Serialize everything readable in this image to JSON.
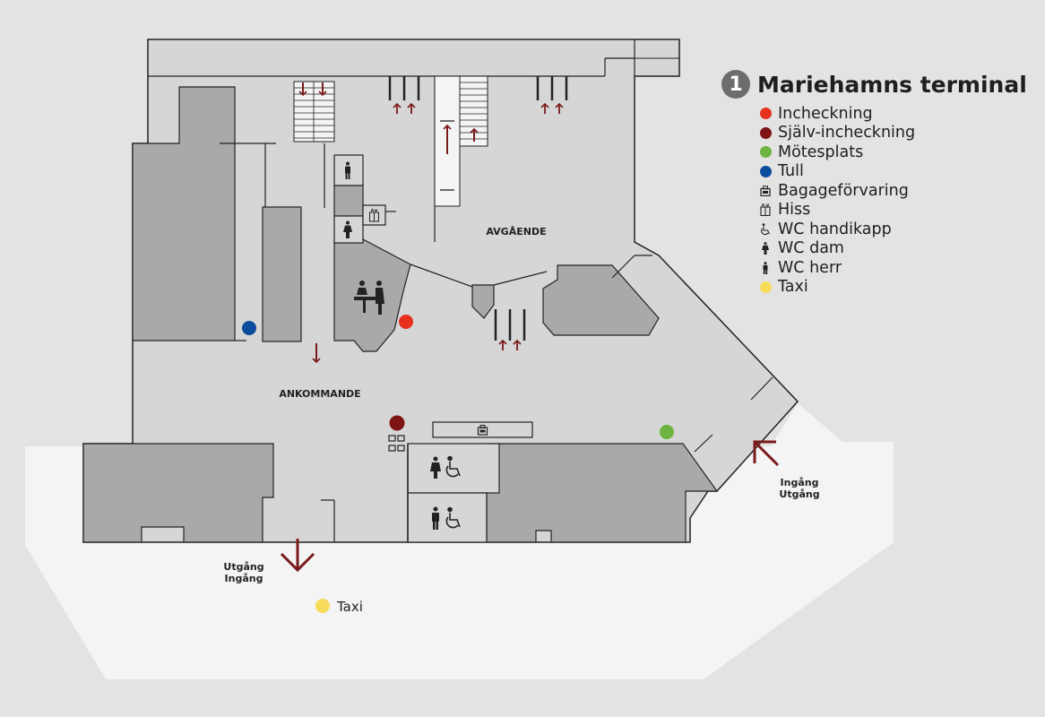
{
  "legend": {
    "number": "1",
    "title": "Mariehamns terminal",
    "items": [
      {
        "label": "Incheckning",
        "icon": "dot",
        "color": "#e8301f"
      },
      {
        "label": "Själv-incheckning",
        "icon": "dot",
        "color": "#7e1414"
      },
      {
        "label": "Mötesplats",
        "icon": "dot",
        "color": "#6db33f"
      },
      {
        "label": "Tull",
        "icon": "dot",
        "color": "#0b4c9c"
      },
      {
        "label": "Bagageförvaring",
        "icon": "luggage-locker-icon"
      },
      {
        "label": "Hiss",
        "icon": "elevator-icon"
      },
      {
        "label": "WC handikapp",
        "icon": "wheelchair-icon"
      },
      {
        "label": "WC dam",
        "icon": "woman-icon"
      },
      {
        "label": "WC herr",
        "icon": "man-icon"
      },
      {
        "label": "Taxi",
        "icon": "dot",
        "color": "#f7dc5b"
      }
    ]
  },
  "map": {
    "area_departures": "AVGÅENDE",
    "area_arrivals": "ANKOMMANDE",
    "entrance_right": {
      "line1": "Ingång",
      "line2": "Utgång"
    },
    "exit_bottom": {
      "line1": "Utgång",
      "line2": "Ingång"
    },
    "taxi_label": "Taxi"
  },
  "colors": {
    "background": "#e3e3e3",
    "outdoor": "#f4f4f4",
    "floor": "#d6d6d6",
    "block": "#a9a9a9",
    "wall": "#222222",
    "arrow": "#7a1a1a",
    "checkin": "#e8301f",
    "self_checkin": "#7e1414",
    "meeting": "#6db33f",
    "customs": "#0b4c9c",
    "taxi": "#f7dc5b"
  }
}
